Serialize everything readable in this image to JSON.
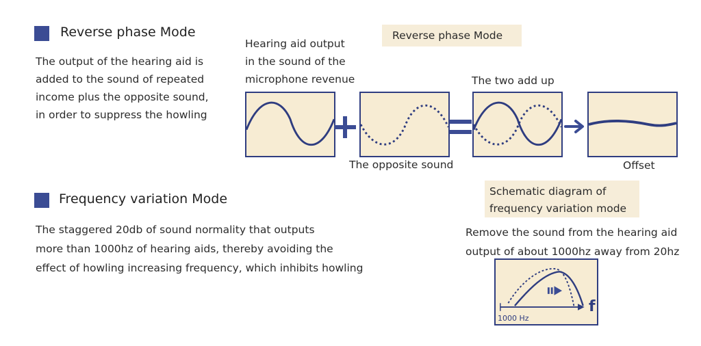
{
  "reverse": {
    "title": "Reverse phase Mode",
    "desc": [
      "The output of the hearing aid is",
      "added to the sound of repeated",
      "income plus the opposite sound,",
      "in order to suppress the howling"
    ],
    "badge": "Reverse phase Mode",
    "hearing_label": [
      "Hearing aid output",
      "in the sound of the",
      "microphone revenue"
    ],
    "two_add_up": "The two add up",
    "opposite_sound": "The opposite sound",
    "offset": "Offset"
  },
  "frequency": {
    "title": "Frequency variation Mode",
    "desc": [
      "The staggered 20db of sound normality that outputs",
      "more than 1000hz of hearing aids, thereby avoiding the",
      "effect of howling increasing frequency, which inhibits howling"
    ],
    "badge": [
      "Schematic diagram of",
      "frequency variation mode"
    ],
    "remove_text": [
      "Remove the sound from the hearing aid",
      "output of about 1000hz away from 20hz"
    ],
    "graph_xlabel": "1000 Hz",
    "graph_axis": "f"
  },
  "colors": {
    "accent": "#3b4c94",
    "panel_bg": "#f7ecd3",
    "badge_bg": "#f6edd9"
  }
}
